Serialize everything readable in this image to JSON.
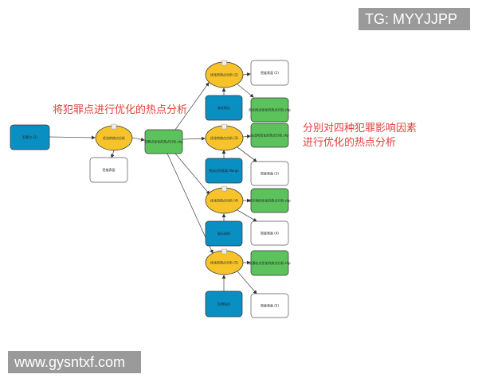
{
  "annotations": {
    "left": "将犯罪点进行优化的热点分析",
    "right_line1": "分别对四种犯罪影响因素",
    "right_line2": "进行优化的热点分析"
  },
  "watermarks": {
    "top": "TG: MYYJJPP",
    "bottom": "www.gysntxf.com"
  },
  "colors": {
    "input": "#0a8fc2",
    "tool": "#f6c42a",
    "output": "#5cc25c",
    "surface": "#ffffff"
  },
  "nodes": {
    "crime_points": "犯罪点 (2)",
    "ohsa1": "优化的热点分析",
    "surface1": "密度表面",
    "crime_out": "犯罪点优化的热点分析.shp",
    "ohsa2": "优化的热点分析 (2)",
    "surface2": "密度表面 (2)",
    "factor2": "商业网点",
    "out2": "商业网点优化的热点分析.shp",
    "ohsa3": "优化的热点分析 (3)",
    "out3": "派出所优化的热点分析.shp",
    "factor3": "到派出所距离 Merge",
    "surface3": "密度表面 (3)",
    "ohsa4": "优化的热点分析 (4)",
    "out4": "娱乐场所优化的热点分析.shp",
    "factor4": "娱乐场所",
    "surface4": "密度表面 (4)",
    "ohsa5": "优化的热点分析 (5)",
    "out5": "交通站点优化的热点分析.shp",
    "factor5": "交通站点",
    "surface5": "密度表面 (5)"
  }
}
